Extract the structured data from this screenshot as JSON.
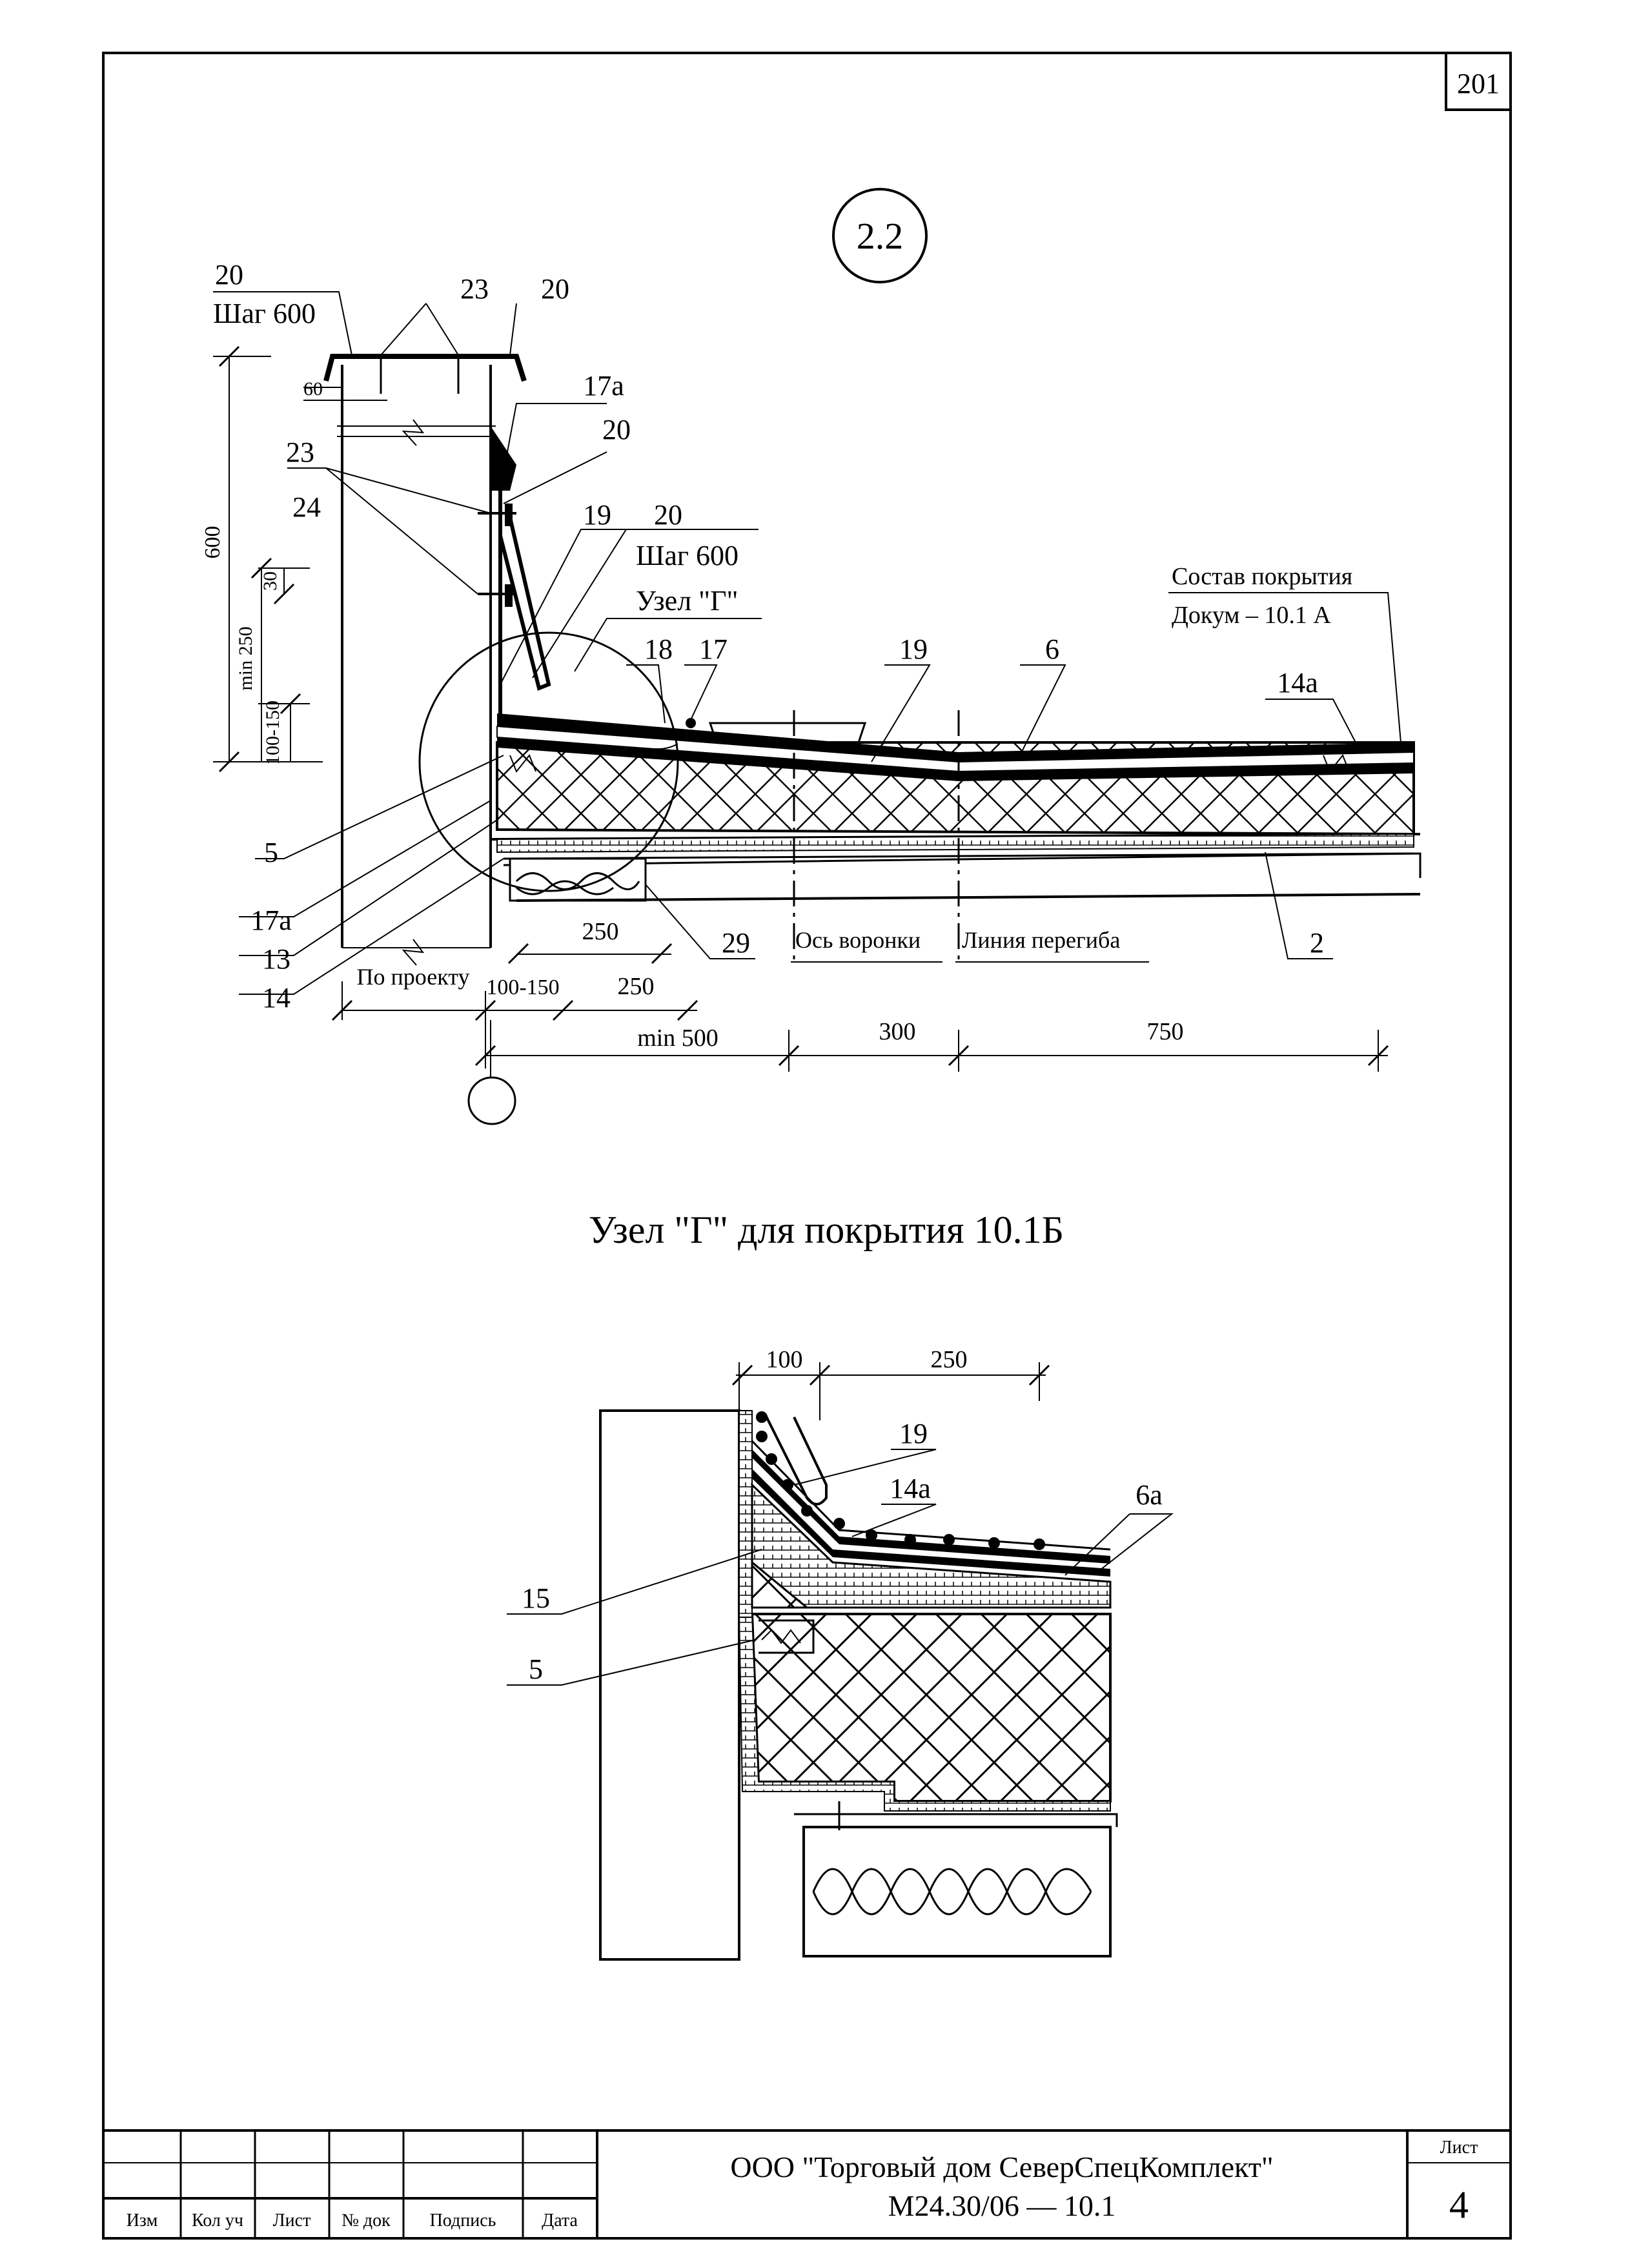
{
  "sheet": {
    "corner_number": "201",
    "detail_id": "2.2",
    "view_title": "Узел \"Г\" для покрытия 10.1Б",
    "organization": "ООО \"Торговый дом СеверСпецКомплект\"",
    "document_code": "М24.30/06 — 10.1",
    "sheet_label": "Лист",
    "sheet_number": "4"
  },
  "title_block": {
    "headers": [
      "Изм",
      "Кол уч",
      "Лист",
      "№ док",
      "Подпись",
      "Дата"
    ]
  },
  "top_detail": {
    "callouts": {
      "c20a": "20",
      "step_a": "Шаг 600",
      "c23a": "23",
      "c20b": "20",
      "c17a_top": "17а",
      "c20c": "20",
      "c23b": "23",
      "c24": "24",
      "c19a": "19",
      "c20d": "20",
      "step_b": "Шаг 600",
      "node_g": "Узел \"Г\"",
      "c18": "18",
      "c17": "17",
      "c19b": "19",
      "c6": "6",
      "c14a": "14а",
      "composition_1": "Состав покрытия",
      "composition_2": "Докум – 10.1 А",
      "c5": "5",
      "c17a_bottom": "17а",
      "c13": "13",
      "c14": "14",
      "c29": "29",
      "c2": "2"
    },
    "dims": {
      "d600": "600",
      "d60": "60",
      "d30": "30",
      "dmin250": "min 250",
      "d100_150v": "100-150",
      "d250a": "250",
      "d100_150h": "100-150",
      "d250b": "250",
      "dmin500": "min 500",
      "d300": "300",
      "d750": "750"
    },
    "labels": {
      "per_project": "По проекту",
      "funnel_axis": "Ось воронки",
      "bend_line": "Линия перегиба"
    }
  },
  "bottom_detail": {
    "dims": {
      "d100": "100",
      "d250": "250"
    },
    "callouts": {
      "c19": "19",
      "c14a": "14а",
      "c6a": "6а",
      "c15": "15",
      "c5": "5"
    }
  }
}
